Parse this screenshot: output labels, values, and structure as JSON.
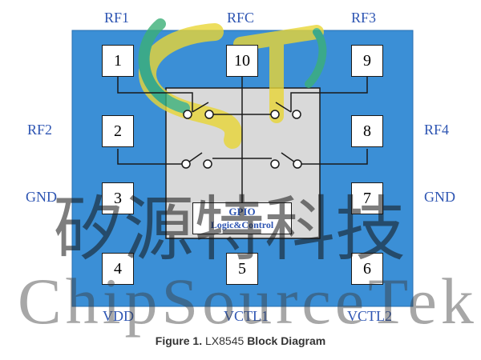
{
  "pins": {
    "p1": "1",
    "p2": "2",
    "p3": "3",
    "p4": "4",
    "p5": "5",
    "p6": "6",
    "p7": "7",
    "p8": "8",
    "p9": "9",
    "p10": "10"
  },
  "labels": {
    "rf1": "RF1",
    "rfc": "RFC",
    "rf3": "RF3",
    "rf2": "RF2",
    "rf4": "RF4",
    "gnd_left": "GND",
    "gnd_right": "GND",
    "vdd": "VDD",
    "vctl1": "VCTL1",
    "vctl2": "VCTL2"
  },
  "gpio": {
    "line1": "GPIO",
    "line2": "Logic&Control"
  },
  "watermark": {
    "chinese": "矽源特科技",
    "english": "ChipSourceTek",
    "logo_letters": "ST"
  },
  "caption": {
    "figure": "Figure 1.",
    "part": "LX8545",
    "title": "Block Diagram"
  },
  "colors": {
    "package_fill": "#3b8fd6",
    "core_fill": "#d9d9d9",
    "label_text": "#2f56b3",
    "logo_yellow": "#e9d636",
    "logo_green": "#3bb078"
  }
}
